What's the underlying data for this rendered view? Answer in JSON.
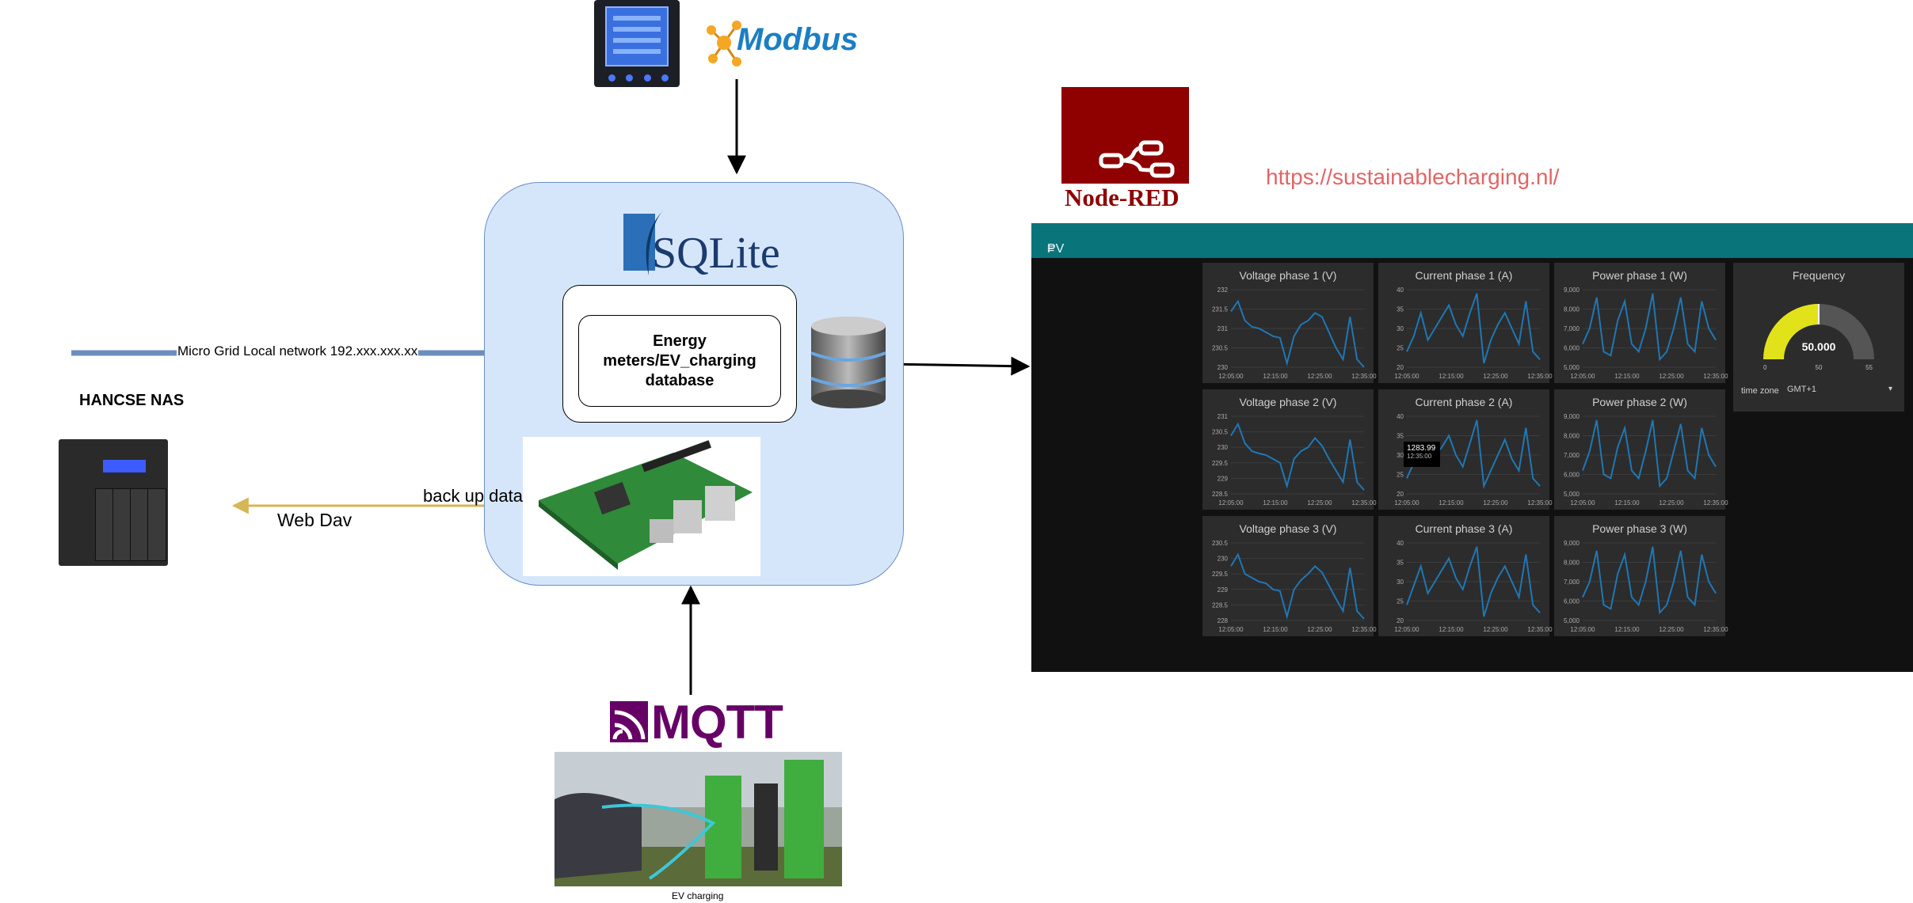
{
  "network_label": "Micro Grid Local network 192.xxx.xxx.xx",
  "nas_title": "HANCSE NAS",
  "backup_label": "back up data",
  "webdav_label": "Web Dav",
  "database_label": "Energy\nmeters/EV_charging\ndatabase",
  "logos": {
    "modbus": "Modbus",
    "sqlite": "SQLite",
    "mqtt": "MQTT",
    "nodered": "Node-RED"
  },
  "url": "https://sustainablecharging.nl/",
  "ev_caption": "EV charging",
  "dashboard": {
    "header": "PV",
    "x_ticks": [
      "12:05:00",
      "12:15:00",
      "12:25:00",
      "12:35:00"
    ],
    "charts": [
      {
        "title": "Voltage phase 1 (V)",
        "y_ticks": [
          "232",
          "231.5",
          "231",
          "230.5",
          "230"
        ],
        "values": [
          0.72,
          0.85,
          0.6,
          0.52,
          0.5,
          0.45,
          0.4,
          0.38,
          0.05,
          0.4,
          0.55,
          0.6,
          0.7,
          0.65,
          0.45,
          0.25,
          0.1,
          0.65,
          0.1,
          0.0
        ]
      },
      {
        "title": "Current phase 1 (A)",
        "y_ticks": [
          "40",
          "35",
          "30",
          "25",
          "20"
        ],
        "values": [
          0.2,
          0.4,
          0.7,
          0.35,
          0.5,
          0.65,
          0.8,
          0.55,
          0.4,
          0.7,
          0.95,
          0.05,
          0.35,
          0.55,
          0.7,
          0.5,
          0.3,
          0.85,
          0.2,
          0.1
        ]
      },
      {
        "title": "Power phase 1 (W)",
        "y_ticks": [
          "9,000",
          "8,000",
          "7,000",
          "6,000",
          "5,000"
        ],
        "values": [
          0.3,
          0.5,
          0.9,
          0.2,
          0.15,
          0.6,
          0.85,
          0.3,
          0.2,
          0.5,
          0.95,
          0.1,
          0.2,
          0.5,
          0.9,
          0.3,
          0.2,
          0.85,
          0.5,
          0.35
        ]
      },
      {
        "title": "Voltage phase 2 (V)",
        "y_ticks": [
          "231",
          "230.5",
          "230",
          "229.5",
          "229",
          "228.5"
        ],
        "values": [
          0.75,
          0.9,
          0.65,
          0.55,
          0.52,
          0.5,
          0.45,
          0.4,
          0.1,
          0.45,
          0.55,
          0.6,
          0.72,
          0.62,
          0.45,
          0.3,
          0.15,
          0.7,
          0.15,
          0.05
        ]
      },
      {
        "title": "Current phase 2 (A)",
        "y_ticks": [
          "40",
          "35",
          "30",
          "25",
          "20"
        ],
        "values": [
          0.2,
          0.4,
          0.55,
          0.5,
          0.5,
          0.6,
          0.75,
          0.5,
          0.35,
          0.65,
          0.95,
          0.1,
          0.3,
          0.5,
          0.7,
          0.45,
          0.3,
          0.85,
          0.2,
          0.1
        ]
      },
      {
        "title": "Power phase 2 (W)",
        "y_ticks": [
          "9,000",
          "8,000",
          "7,000",
          "6,000",
          "5,000"
        ],
        "values": [
          0.3,
          0.55,
          0.95,
          0.25,
          0.2,
          0.6,
          0.85,
          0.3,
          0.2,
          0.55,
          0.95,
          0.1,
          0.2,
          0.55,
          0.9,
          0.3,
          0.2,
          0.85,
          0.5,
          0.35
        ]
      },
      {
        "title": "Voltage phase 3 (V)",
        "y_ticks": [
          "230.5",
          "230",
          "229.5",
          "229",
          "228.5",
          "228"
        ],
        "values": [
          0.7,
          0.85,
          0.6,
          0.55,
          0.5,
          0.48,
          0.4,
          0.38,
          0.05,
          0.4,
          0.52,
          0.6,
          0.7,
          0.62,
          0.45,
          0.28,
          0.12,
          0.68,
          0.12,
          0.02
        ]
      },
      {
        "title": "Current phase 3 (A)",
        "y_ticks": [
          "40",
          "35",
          "30",
          "25",
          "20"
        ],
        "values": [
          0.2,
          0.45,
          0.7,
          0.35,
          0.5,
          0.65,
          0.8,
          0.55,
          0.4,
          0.7,
          0.95,
          0.05,
          0.35,
          0.55,
          0.7,
          0.5,
          0.3,
          0.85,
          0.2,
          0.1
        ]
      },
      {
        "title": "Power phase 3 (W)",
        "y_ticks": [
          "9,000",
          "8,000",
          "7,000",
          "6,000",
          "5,000"
        ],
        "values": [
          0.3,
          0.5,
          0.9,
          0.2,
          0.15,
          0.6,
          0.85,
          0.3,
          0.2,
          0.5,
          0.95,
          0.1,
          0.2,
          0.5,
          0.9,
          0.3,
          0.2,
          0.85,
          0.5,
          0.35
        ]
      }
    ],
    "tooltip": {
      "value": "1283.99",
      "time": "12:35:00"
    },
    "gauge": {
      "title": "Frequency",
      "value": "50.000",
      "min": "0",
      "mid": "50",
      "max": "55",
      "fraction": 0.5,
      "timezone_label": "time zone",
      "timezone_value": "GMT+1"
    }
  },
  "colors": {
    "box_fill": "#d6e6fa",
    "network_line": "#6c8ebf",
    "webdav_arrow": "#d6b656",
    "dashboard_header": "#097479",
    "chart_line": "#1f77b4",
    "url": "#e06666",
    "mqtt": "#660066",
    "nodered": "#8f0000"
  }
}
